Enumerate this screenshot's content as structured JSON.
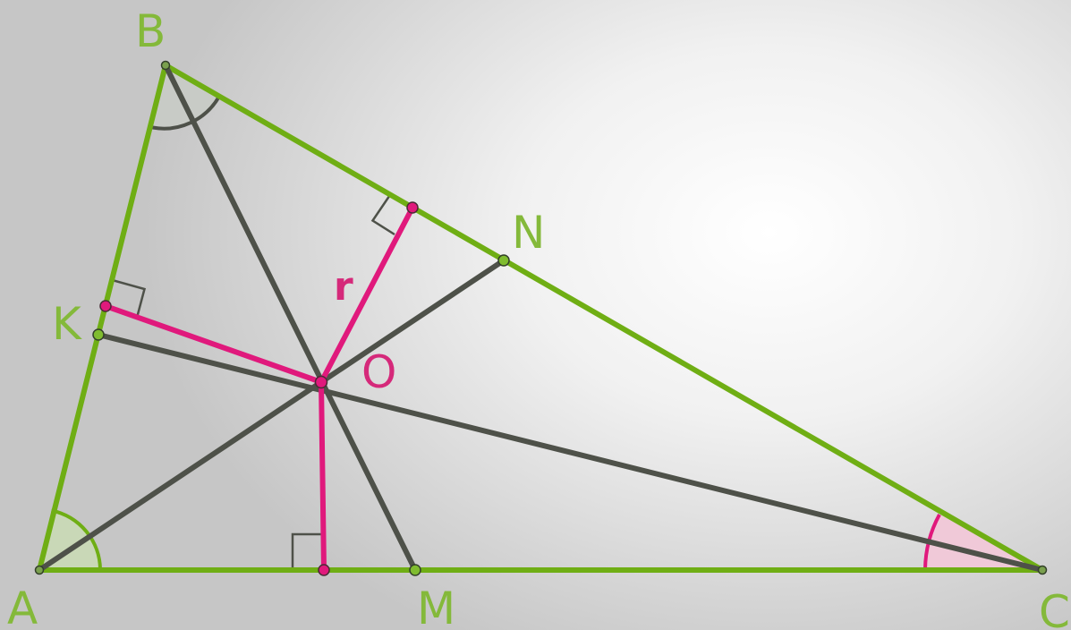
{
  "points": {
    "A": "A",
    "B": "B",
    "C": "C",
    "K": "K",
    "M": "M",
    "N": "N",
    "O": "O"
  },
  "labels": {
    "inradius": "r"
  },
  "colors": {
    "triangle": "#6fae14",
    "triangle_label": "#84b93a",
    "cevian": "#4e5149",
    "radius": "#e0197c",
    "radius_label": "#d5297a",
    "angle_a_fill": "#c9d8b7",
    "angle_b_fill": "#c8cbc6",
    "angle_c_fill": "#f0c9d8",
    "angle_c_arc": "#e0197c",
    "right_angle_mark": "#4e5149"
  }
}
